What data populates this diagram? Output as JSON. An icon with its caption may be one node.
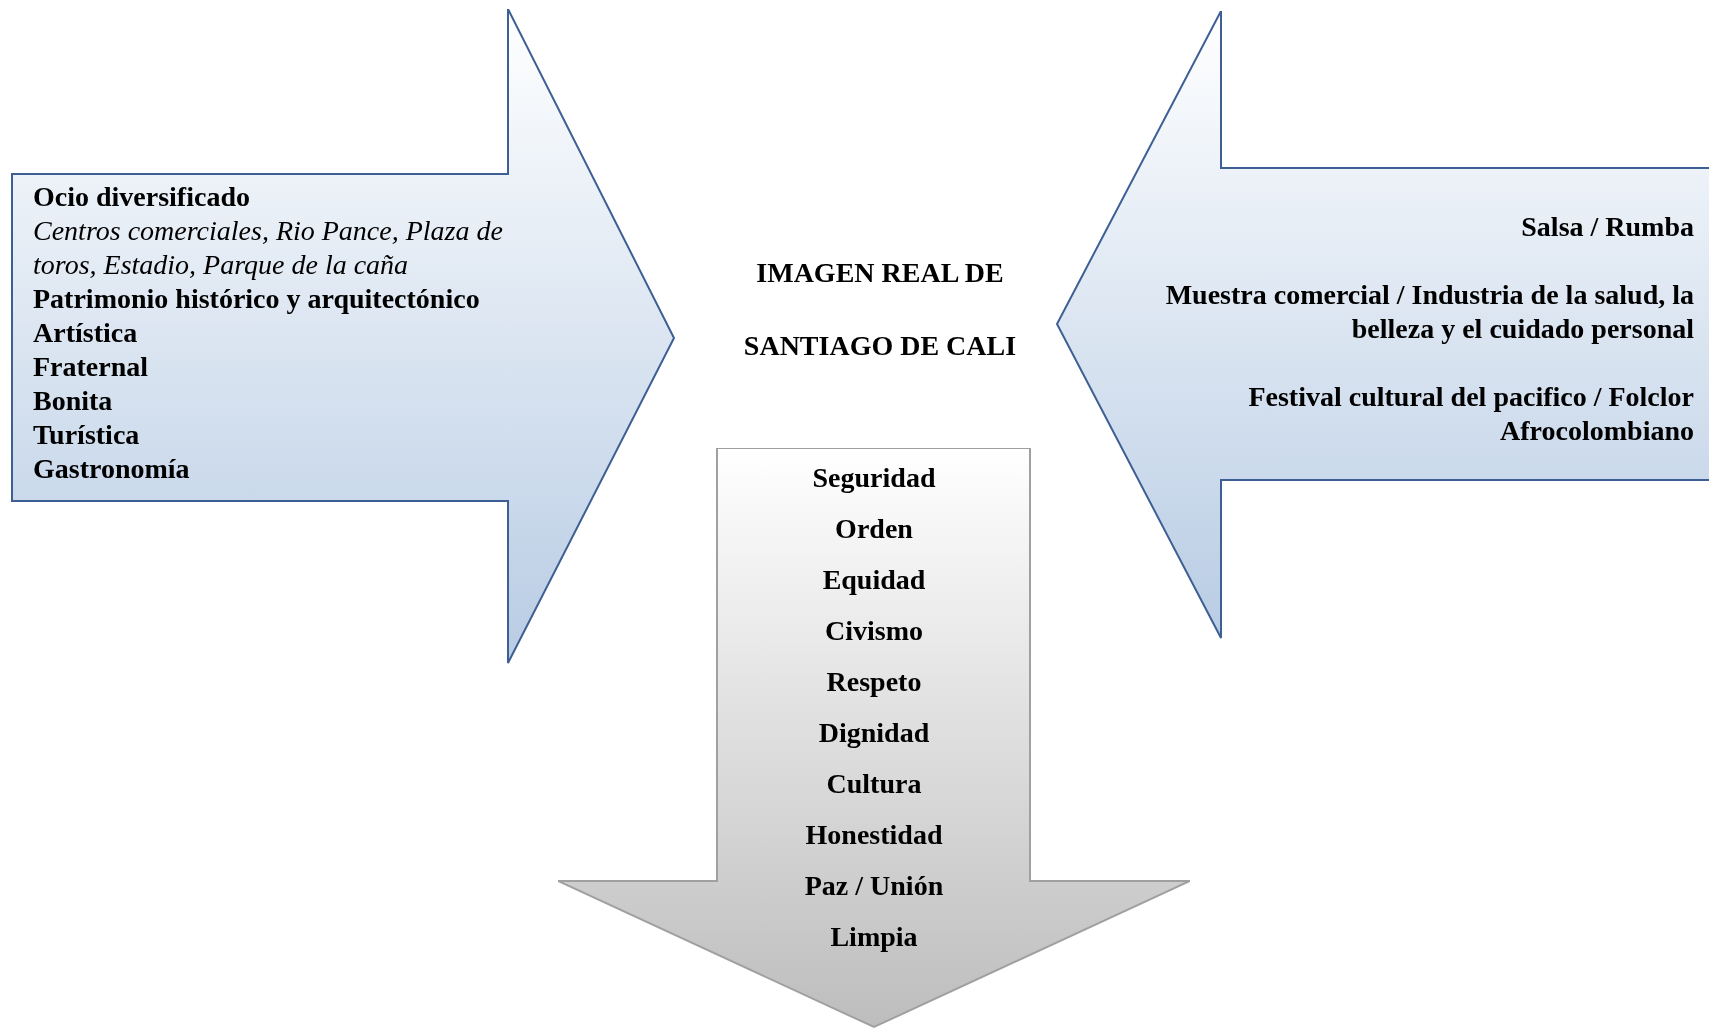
{
  "diagram": {
    "title": "IMAGEN REAL DE SANTIAGO DE CALI",
    "nodes": [
      {
        "text": [
          "Ocio diversificado",
          "Centros comerciales, Rio Pance, Plaza de toros, Estadio, Parque de la caña",
          "Patrimonio histórico y arquitectónico",
          "Artística",
          "Fraternal",
          "Bonita",
          "Turística",
          "Gastronomía"
        ]
      },
      {
        "text": [
          "Salsa / Rumba",
          "Muestra comercial / Industria de la salud, la belleza y el cuidado personal",
          "Festival cultural del pacifico / Folclor Afrocolombiano"
        ]
      },
      {
        "text": [
          "Seguridad",
          "Orden",
          "Equidad",
          "Civismo",
          "Respeto",
          "Dignidad",
          "Cultura",
          "Honestidad",
          "Paz / Unión",
          "Limpia"
        ]
      }
    ]
  }
}
